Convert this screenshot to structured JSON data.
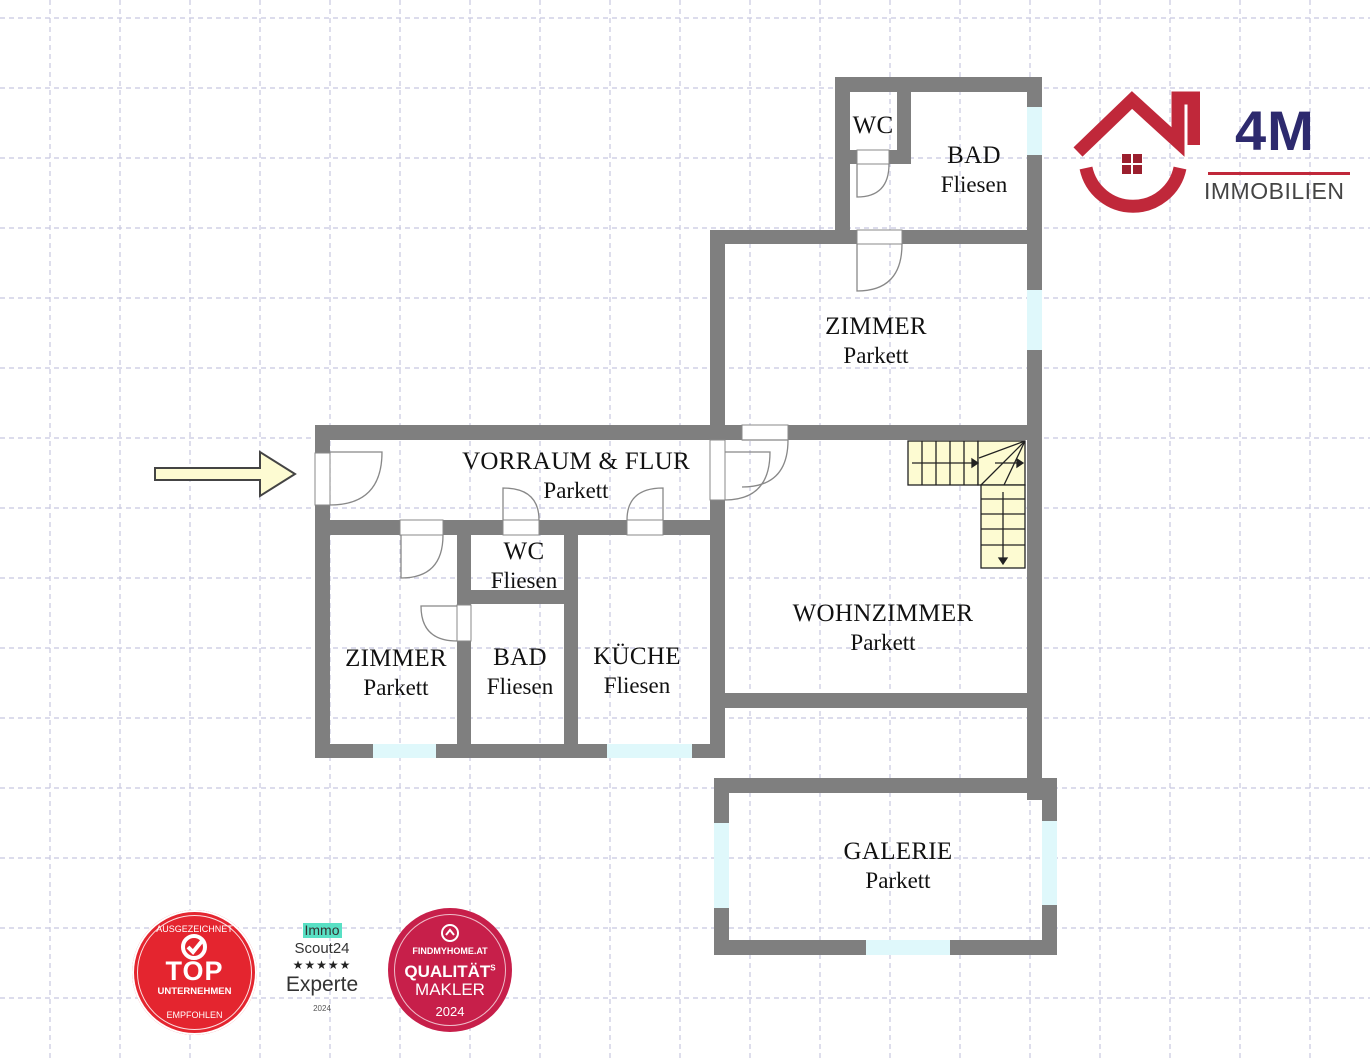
{
  "floorplan": {
    "entrance_arrow": "entrance-arrow",
    "rooms": [
      {
        "id": "wc-upper",
        "name": "WC",
        "floor": ""
      },
      {
        "id": "bad-upper",
        "name": "BAD",
        "floor": "Fliesen"
      },
      {
        "id": "zimmer-upper",
        "name": "ZIMMER",
        "floor": "Parkett"
      },
      {
        "id": "vorraum",
        "name": "VORRAUM & FLUR",
        "floor": "Parkett"
      },
      {
        "id": "wc-lower",
        "name": "WC",
        "floor": "Fliesen"
      },
      {
        "id": "zimmer-lower",
        "name": "ZIMMER",
        "floor": "Parkett"
      },
      {
        "id": "bad-lower",
        "name": "BAD",
        "floor": "Fliesen"
      },
      {
        "id": "kueche",
        "name": "KÜCHE",
        "floor": "Fliesen"
      },
      {
        "id": "wohnzimmer",
        "name": "WOHNZIMMER",
        "floor": "Parkett"
      },
      {
        "id": "galerie",
        "name": "GALERIE",
        "floor": "Parkett"
      }
    ],
    "colors": {
      "wall": "#7f7f7f",
      "window": "#dff8fb",
      "stairs": "#fdfbd2",
      "arrow": "#fdfbd2",
      "grid": "#c8c8e0"
    }
  },
  "logo": {
    "brand": "4M",
    "subtitle": "IMMOBILIEN",
    "colors": {
      "red": "#c0283a",
      "navy": "#2d2a6e"
    }
  },
  "badges": {
    "top": {
      "arc_top": "AUSGEZEICHNET",
      "title": "TOP",
      "subtitle": "UNTERNEHMEN",
      "arc_bottom": "EMPFOHLEN"
    },
    "immoscout": {
      "brand_top": "Immo",
      "brand_bottom": "Scout24",
      "stars": "★★★★★",
      "title": "Experte",
      "year": "2024"
    },
    "findmyhome": {
      "brand": "FINDMYHOME.AT",
      "line1": "QUALITÄT",
      "superscript": "S",
      "line2": "MAKLER",
      "year": "2024"
    }
  }
}
